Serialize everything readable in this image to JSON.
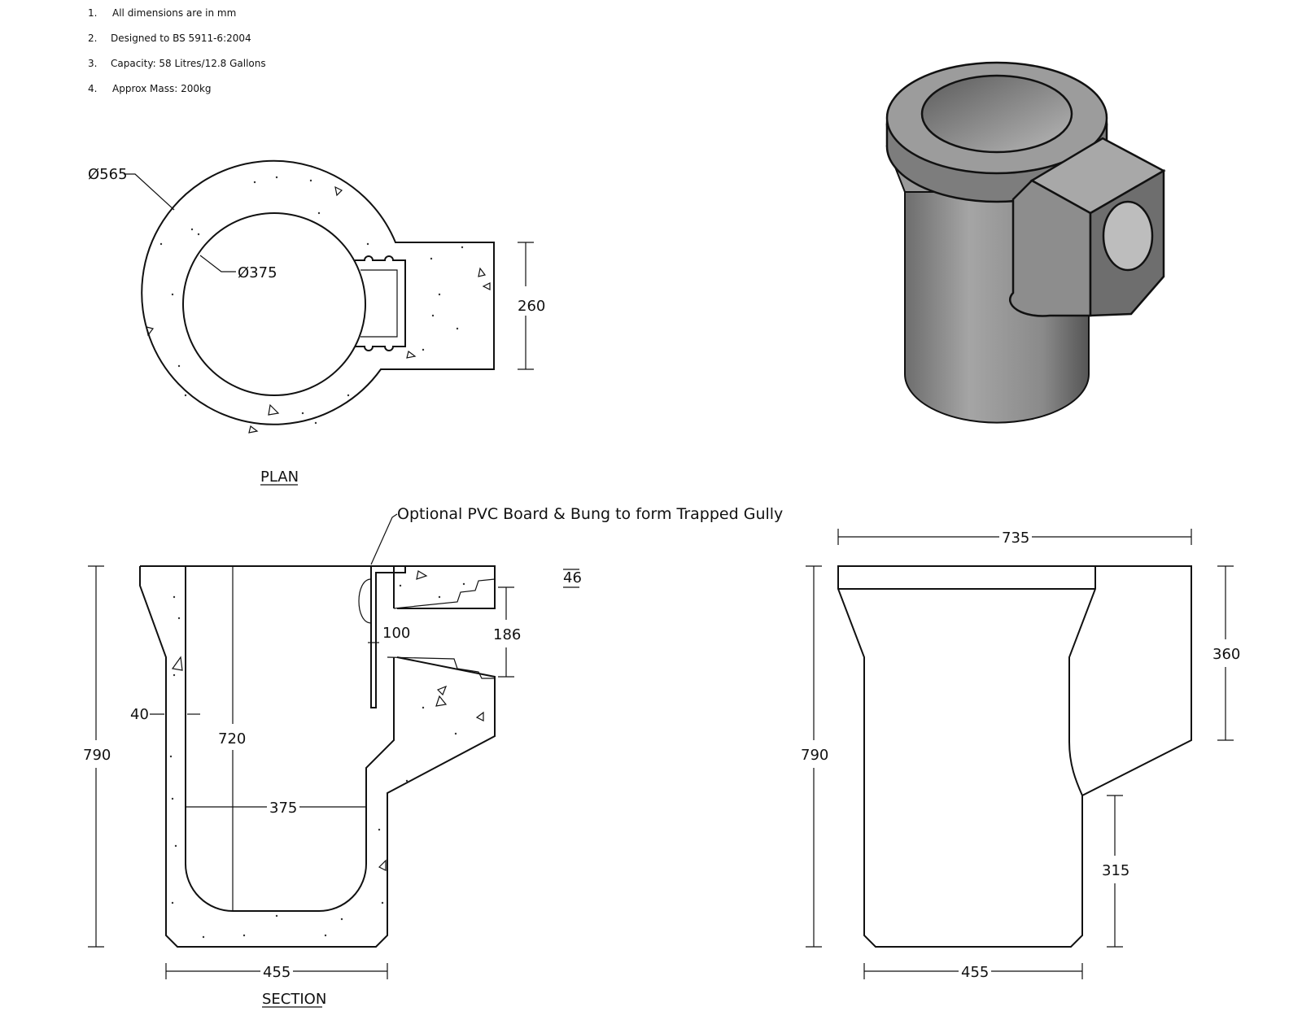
{
  "notes": [
    {
      "num": "1.",
      "text": "All dimensions are in mm"
    },
    {
      "num": "2.",
      "text": "Designed to BS 5911-6:2004"
    },
    {
      "num": "3.",
      "text": "Capacity: 58 Litres/12.8 Gallons"
    },
    {
      "num": "4.",
      "text": "Approx Mass: 200kg"
    }
  ],
  "plan": {
    "title": "PLAN",
    "outer_diameter": "Ø565",
    "inner_diameter": "Ø375",
    "outlet_height": "260"
  },
  "section": {
    "title": "SECTION",
    "callout": "Optional PVC Board & Bung to form Trapped Gully",
    "height": "790",
    "inner_depth": "720",
    "wall": "40",
    "inner_width": "375",
    "base_width": "455",
    "gap": "100",
    "outlet": "186",
    "top_offset": "46"
  },
  "elevation": {
    "overall_width": "735",
    "height": "790",
    "upper": "360",
    "lower": "315",
    "base_width": "455"
  },
  "colors": {
    "line": "#111111",
    "body": "#8a8a8a",
    "body_light": "#b5b5b5",
    "body_dark": "#5a5a5a"
  }
}
